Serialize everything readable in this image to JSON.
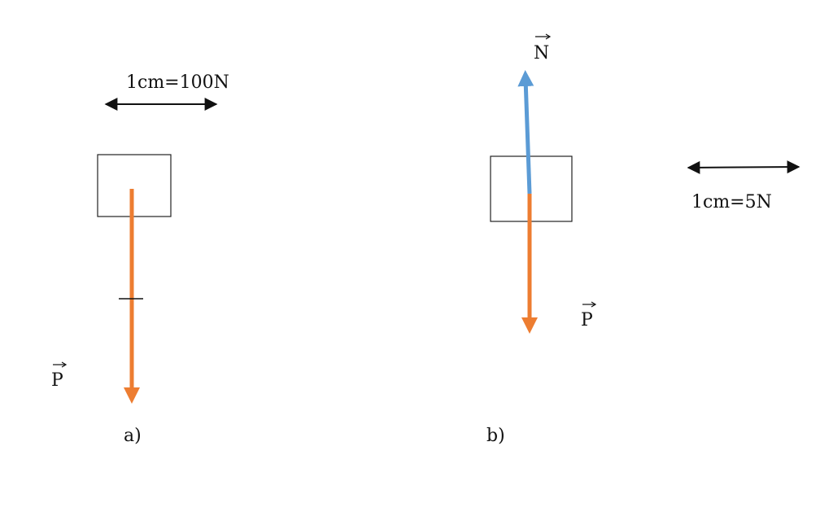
{
  "diagrams": [
    {
      "caption": "a)",
      "scale_label": "1cm=100N",
      "forces": [
        {
          "symbol": "P",
          "direction": "down",
          "color": "#ed7d31"
        }
      ]
    },
    {
      "caption": "b)",
      "scale_label": "1cm=5N",
      "forces": [
        {
          "symbol": "N",
          "direction": "up",
          "color": "#5b9bd5"
        },
        {
          "symbol": "P",
          "direction": "down",
          "color": "#ed7d31"
        }
      ]
    }
  ],
  "colors": {
    "ink": "#111111",
    "box_stroke": "#222222"
  }
}
